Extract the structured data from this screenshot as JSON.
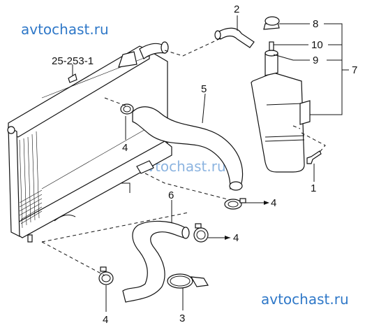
{
  "watermark": {
    "top_left": "avtochast.ru",
    "middle": "avtochast.ru",
    "bottom_right": "avtochast.ru",
    "color": "#2f78c8"
  },
  "callouts": {
    "ref": "25-253-1",
    "p1": "1",
    "p2": "2",
    "p3": "3",
    "p4_left_upper": "4",
    "p4_center": "4",
    "p4_right": "4",
    "p4_left_lower": "4",
    "p5": "5",
    "p6": "6",
    "p7": "7",
    "p8": "8",
    "p9": "9",
    "p10": "10"
  }
}
